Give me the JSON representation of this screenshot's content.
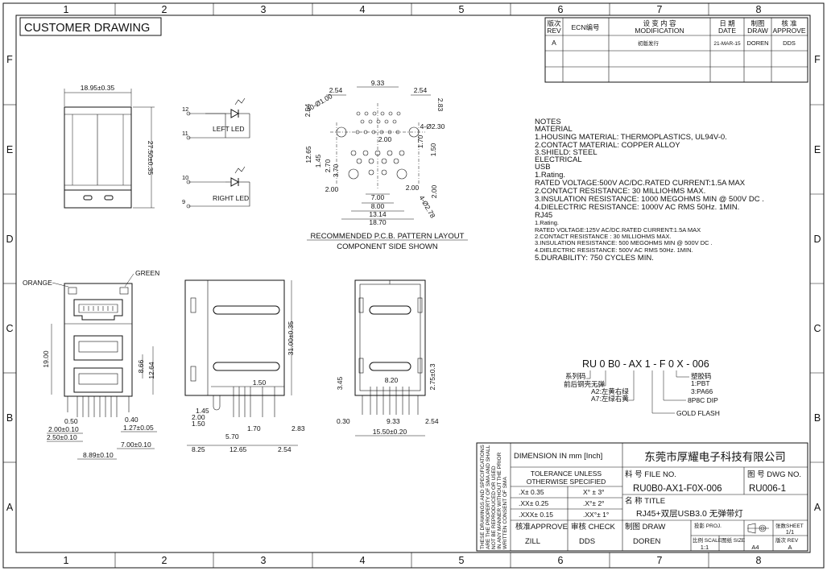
{
  "frame": {
    "cols": [
      "1",
      "2",
      "3",
      "4",
      "5",
      "6",
      "7",
      "8"
    ],
    "rows": [
      "F",
      "E",
      "D",
      "C",
      "B",
      "A"
    ]
  },
  "header": {
    "title": "CUSTOMER DRAWING"
  },
  "revision_table": {
    "headers": [
      {
        "cn": "版次",
        "en": "REV"
      },
      {
        "cn": "ECN编号",
        "en": ""
      },
      {
        "cn": "设 变 内 容",
        "en": "MODIFICATION"
      },
      {
        "cn": "日 期",
        "en": "DATE"
      },
      {
        "cn": "制图",
        "en": "DRAW"
      },
      {
        "cn": "核 准",
        "en": "APPROVE"
      }
    ],
    "rows": [
      {
        "rev": "A",
        "ecn": "",
        "modification": "初版发行",
        "date": "21-MAR-15",
        "draw": "DOREN",
        "approve": "DDS"
      }
    ]
  },
  "top_view": {
    "width_dim": "18.95±0.35",
    "height_dim": "27.50±0.35"
  },
  "led_schematic": {
    "left_led": {
      "label": "LEFT LED",
      "pins": [
        "12",
        "11"
      ]
    },
    "right_led": {
      "label": "RIGHT LED",
      "pins": [
        "10",
        "9"
      ]
    }
  },
  "pcb_layout": {
    "caption1": "RECOMMENDED P.C.B. PATTERN LAYOUT",
    "caption2": "COMPONENT SIDE SHOWN",
    "dims": {
      "top_left": "2.54",
      "top_mid": "9.33",
      "top_right": "2.54",
      "right_side": "2.83",
      "hole": "4-Ø2.30",
      "slot": "30-Ø1.00",
      "left_side": "2.54",
      "d170": "1.70",
      "d150": "1.50",
      "d200a": "2.00",
      "d1265": "12.65",
      "d145": "1.45",
      "d270": "2.70",
      "d370": "3.70",
      "d200b": "2.00",
      "d700": "7.00",
      "d800": "8.00",
      "d1314": "13.14",
      "d1870": "18.70",
      "d200c": "2.00",
      "d200r": "2.00",
      "d178": "4-Ø2.78"
    }
  },
  "notes": {
    "heading": "NOTES",
    "lines": [
      "MATERIAL",
      "1.HOUSING MATERIAL: THERMOPLASTICS, UL94V-0.",
      "2.CONTACT MATERIAL: COPPER ALLOY",
      "3.SHIELD:   STEEL",
      "ELECTRICAL",
      "USB",
      "1.Rating.",
      "RATED VOLTAGE:500V AC/DC.RATED CURRENT:1.5A MAX",
      "2.CONTACT RESISTANCE: 30 MILLIOHMS MAX.",
      "3.INSULATION RESISTANCE: 1000 MEGOHMS MIN @ 500V DC .",
      "4.DIELECTRIC RESISTANCE: 1000V AC RMS 50Hz. 1MIN.",
      "RJ45",
      "1.Rating.",
      "RATED VOLTAGE:125V AC/DC.RATED CURRENT:1.5A MAX",
      "2.CONTACT RESISTANCE : 30 MILLIOHMS MAX.",
      "3.INSULATION RESISTANCE: 500 MEGOHMS MIN @ 500V DC .",
      "4.DIELECTRIC RESISTANCE: 500V AC RMS 50Hz. 1MIN.",
      "5.DURABILITY: 750 CYCLES MIN."
    ]
  },
  "front_view": {
    "orange": "ORANGE",
    "green": "GREEN",
    "d1900": "19.00",
    "d866": "8.66",
    "d1264": "12.64",
    "d050": "0.50",
    "d040": "0.40",
    "d200": "2.00±0.10",
    "d127": "1.27±0.05",
    "d250": "2.50±0.10",
    "d700": "7.00±0.10",
    "d889": "8.89±0.10"
  },
  "side_view": {
    "d3100": "31.00±0.35",
    "d150": "1.50",
    "d145": "1.45",
    "d200": "2.00",
    "d150b": "1.50",
    "d570": "5.70",
    "d170": "1.70",
    "d283": "2.83",
    "d825": "8.25",
    "d1265": "12.65",
    "d254": "2.54"
  },
  "rear_view": {
    "d345": "3.45",
    "d820": "8.20",
    "d275": "2.75±0.3",
    "d030": "0.30",
    "d933": "9.33",
    "d254": "2.54",
    "d1550": "15.50±0.20"
  },
  "part_code": {
    "code": "RU 0 B0 - AX 1 - F 0 X - 006",
    "ann_series": "系列码",
    "ann_front": "前后钢壳无弹",
    "ann_a2": "A2:左黄右绿",
    "ann_a7": "A7:左绿右黄",
    "ann_plastic": "塑胶码",
    "ann_pbt": "1:PBT",
    "ann_pa66": "3:PA66",
    "ann_8p8c": "8P8C DIP",
    "ann_gold": "GOLD FLASH"
  },
  "title_block": {
    "side_note": [
      "THESE DRAWINGS AND SPECIFICATIONS",
      "ARE THE PROPERTY OF SMA AND SHALL",
      "NOT BE REPRODUCED OR USED",
      "IN ANY MANNER WITHOUT THE PRIOR",
      "WRITTEN CONSENT OF SMA"
    ],
    "dimension": "DIMENSION IN mm [Inch]",
    "company": "东莞市厚耀电子科技有限公司",
    "tolerance_title1": "TOLERANCE UNLESS",
    "tolerance_title2": "OTHERWISE SPECIFIED",
    "tol": [
      {
        "lin": ".X± 0.35",
        "ang": "X° ± 3°"
      },
      {
        "lin": ".XX± 0.25",
        "ang": ".X°± 2°"
      },
      {
        "lin": ".XXX± 0.15",
        "ang": ".XX°± 1°"
      }
    ],
    "file_no_label": "料 号 FILE NO.",
    "file_no": "RU0B0-AX1-F0X-006",
    "dwg_no_label": "图 号 DWG NO.",
    "dwg_no": "RU006-1",
    "title_label": "名 称 TITLE",
    "title": "RJ45+双层USB3.0 无弹带灯",
    "approve_label": "核准APPROVE",
    "approve": "ZILL",
    "check_label": "审核 CHECK",
    "check": "DDS",
    "draw_label": "制图 DRAW",
    "draw": "DOREN",
    "proj_label": "投影 PROJ.",
    "sheet_label": "张数SHEET",
    "sheet": "1/1",
    "scale_label": "比例 SCALE",
    "scale": "1:1",
    "size_label": "图纸 SIZE",
    "size": "A4",
    "rev_label": "版次 REV",
    "rev": "A"
  }
}
